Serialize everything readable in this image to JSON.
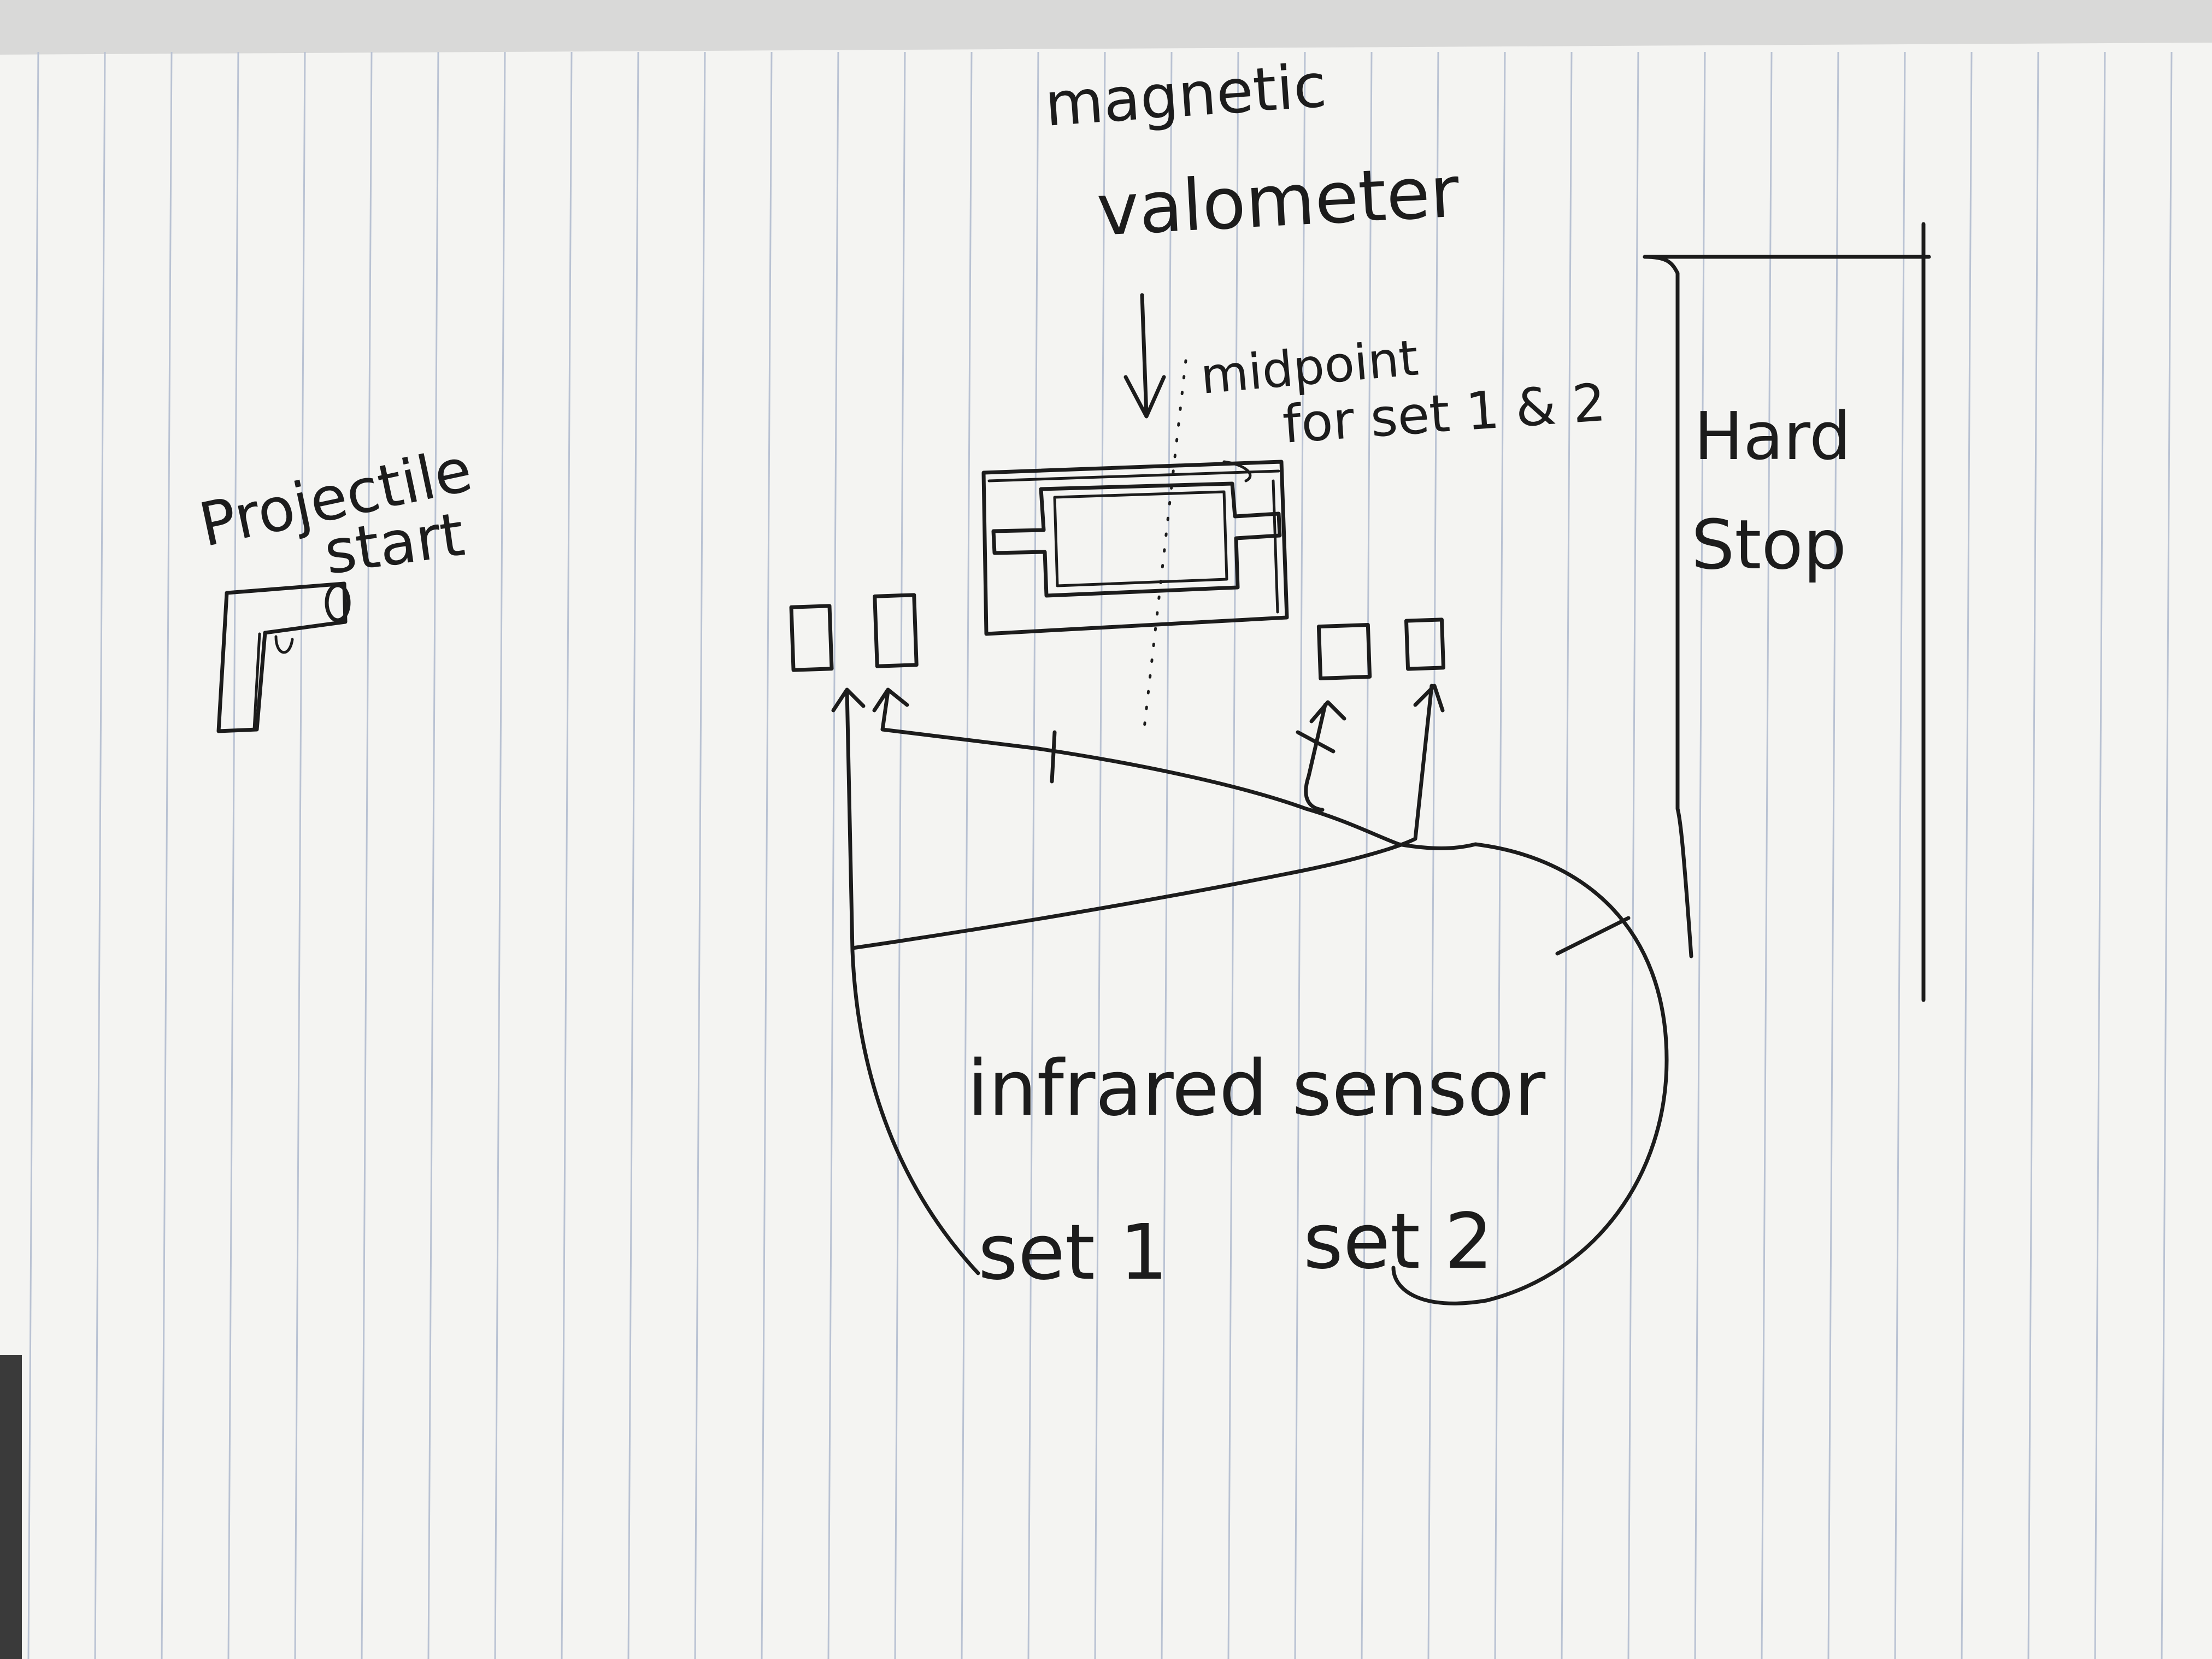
{
  "labels": {
    "magnetic": "magnetic",
    "valometer": "valometer",
    "midpoint": "midpoint",
    "for_set": "for set 1 & 2",
    "projectile_1": "Projectile",
    "projectile_2": "start",
    "hard": "Hard",
    "stop": "Stop",
    "infrared": "infrared sensor",
    "set1": "set 1",
    "set2": "set 2"
  },
  "colors": {
    "paper": "#f4f4f2",
    "ink": "#1c1c1c",
    "ruled_lines": "#b9c2d3",
    "background": "#d9d9d8"
  },
  "icons": {
    "projectile_start": "pistol-icon",
    "valometer": "magnetic-valometer-device",
    "sensors": "sensor-square"
  }
}
